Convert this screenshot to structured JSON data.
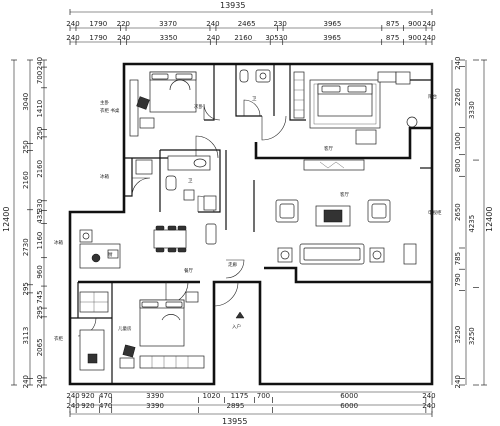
{
  "top_dims": {
    "total": "13935",
    "row1": [
      "240",
      "1790",
      "220",
      "3370",
      "240",
      "2465",
      "230",
      "3965",
      "875",
      "900",
      "240"
    ],
    "row2": [
      "240",
      "1790",
      "240",
      "3350",
      "240",
      "2160",
      "30530",
      "3965",
      "875",
      "900",
      "240"
    ]
  },
  "bottom_dims": {
    "total": "13955",
    "row1": [
      "240",
      "920",
      "470",
      "3390",
      "1020",
      "1175",
      "700",
      "6000",
      "240"
    ],
    "row2": [
      "240",
      "920",
      "470",
      "3390",
      "2895",
      "6000",
      "240"
    ]
  },
  "left_dims": {
    "total": "12400",
    "outer": [
      "3040",
      "250",
      "2160",
      "2730",
      "295",
      "3113",
      "240"
    ],
    "inner": [
      "240",
      "700",
      "1410",
      "250",
      "2160",
      "330",
      "435",
      "1160",
      "960",
      "745",
      "295",
      "2065",
      "240"
    ]
  },
  "right_dims": {
    "total": "12400",
    "outer": [
      "3330",
      "4235",
      "3250"
    ],
    "inner": [
      "240",
      "2260",
      "1000",
      "800",
      "2650",
      "785",
      "790",
      "3250",
      "240"
    ]
  },
  "rooms": {
    "bedroom_top_left": "主卧",
    "bedroom_top_center": "次卧",
    "wc": "卫",
    "bedroom_top_right": "客厅",
    "bathroom_center": "卫",
    "kitchen": "厨",
    "dining": "餐厅",
    "living": "客厅",
    "hall": "走廊",
    "bedroom_bottom": "儿童房",
    "entrance": "入户"
  },
  "notes": {
    "left_top": "衣柜 书桌",
    "left_mid": "冰箱",
    "left_bot": "衣柜",
    "right_top": "阳台",
    "right_mid": "电视柜"
  },
  "colors": {
    "ink": "#111111",
    "paper": "#ffffff"
  }
}
